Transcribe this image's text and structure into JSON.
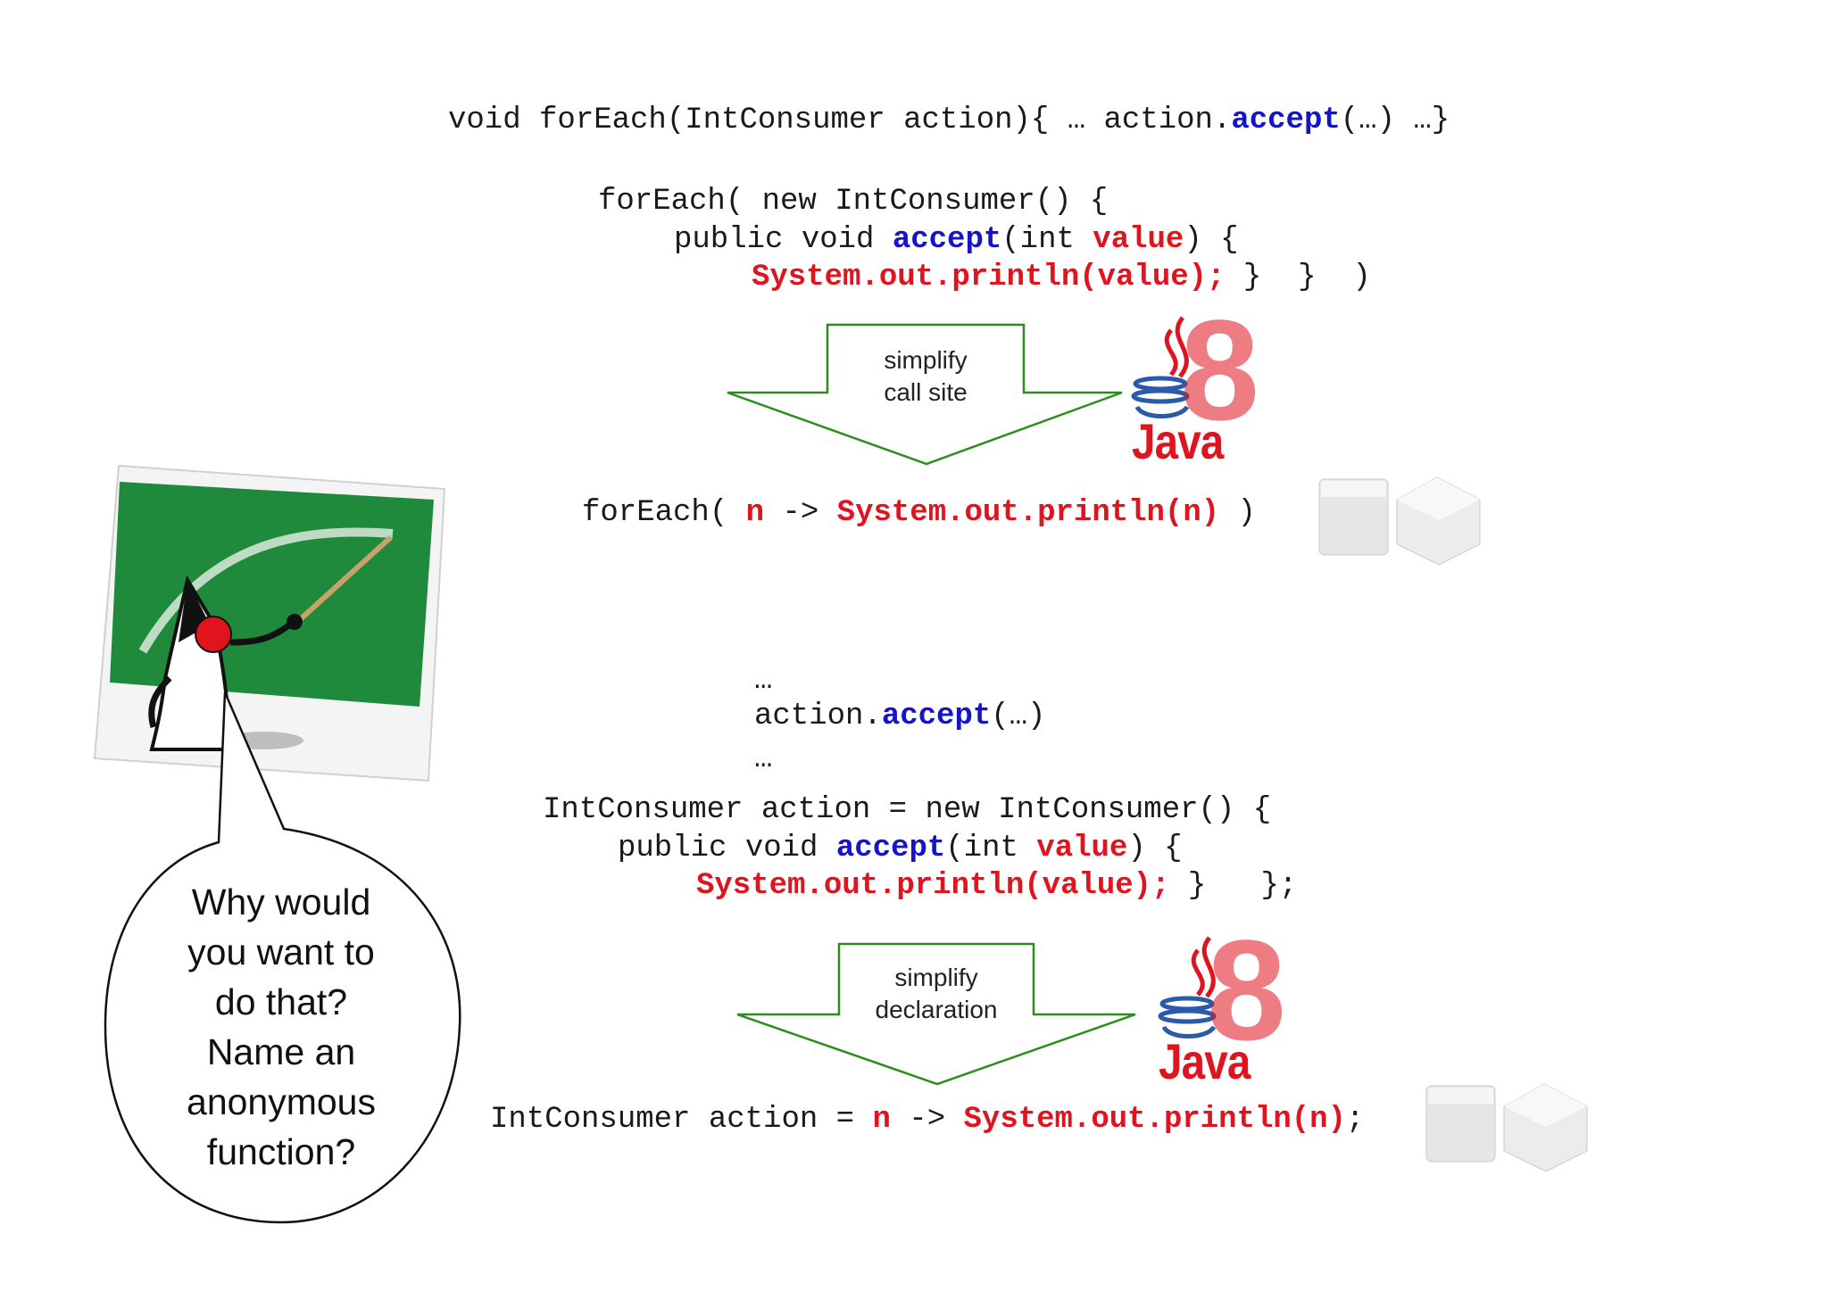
{
  "top_block": {
    "signature": [
      "void forEach(IntConsumer action){ … action.",
      "accept",
      "(…) …}"
    ],
    "anon_call": {
      "line1": "forEach( new IntConsumer() {",
      "line2": [
        "public void ",
        "accept",
        "(int ",
        "value",
        ") {"
      ],
      "line3": [
        "System.out.println(value);",
        " }  }  )"
      ]
    },
    "arrow_label": [
      "simplify",
      "call site"
    ],
    "lambda_call": [
      "forEach( ",
      "n",
      " -> ",
      "System.out.println(n)",
      " )"
    ]
  },
  "bottom_block": {
    "ellipsis_top": "…",
    "accept_line": [
      "action.",
      "accept",
      "(…)"
    ],
    "ellipsis_bottom": "…",
    "anon_decl": {
      "line1": "IntConsumer action = new IntConsumer() {",
      "line2": [
        "public void ",
        "accept",
        "(int ",
        "value",
        ") {"
      ],
      "line3": [
        "System.out.println(value);",
        " }   };"
      ]
    },
    "arrow_label": [
      "simplify",
      "declaration"
    ],
    "lambda_decl": [
      "IntConsumer action = ",
      "n",
      " -> ",
      "System.out.println(n)",
      ";"
    ]
  },
  "java_logo": {
    "word": "Java",
    "version": "8"
  },
  "speech_bubble": [
    "Why would",
    "you want to",
    "do that?",
    "Name an",
    "anonymous",
    "function?"
  ],
  "colors": {
    "keyword_blue": "#1414c8",
    "keyword_red": "#e0141e",
    "arrow_green": "#2e8b1e",
    "board_green": "#1f8a3c"
  }
}
